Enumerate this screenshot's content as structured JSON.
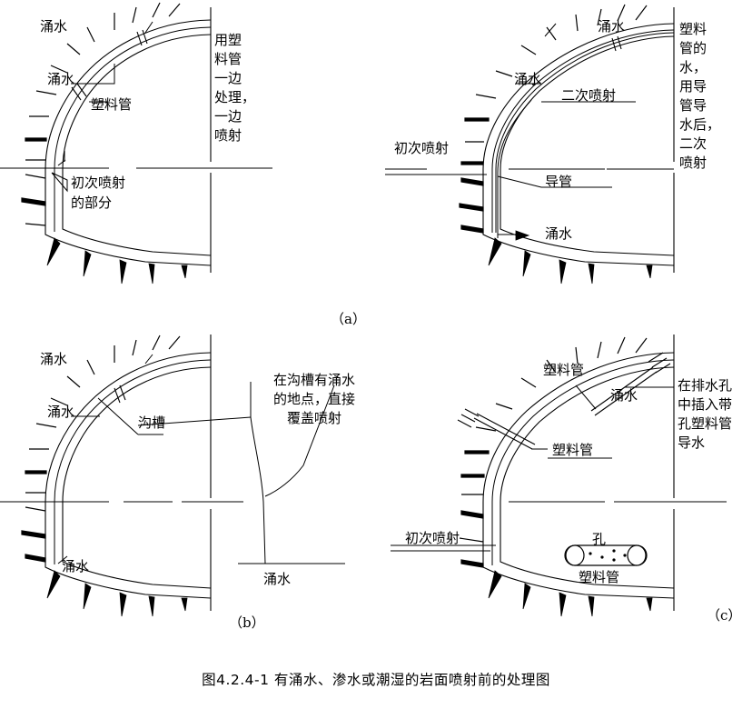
{
  "figure": {
    "caption": "图4.2.4-1  有涌水、渗水或潮湿的岩面喷射前的处理图",
    "panels": [
      {
        "id": "a",
        "label": "（a）",
        "side_note": "用塑\n料管\n一边\n处理，\n一边\n喷射",
        "callouts": [
          {
            "name": "gushing-water-top",
            "text": "涌水"
          },
          {
            "name": "gushing-water-left",
            "text": "涌水"
          },
          {
            "name": "plastic-pipe",
            "text": "塑料管"
          },
          {
            "name": "primary-spray-part",
            "text": "初次喷射\n的部分"
          }
        ]
      },
      {
        "id": "b",
        "label": "（b）",
        "side_note": "塑料\n管的\n水，\n用导\n管导\n水后，\n二次\n喷射",
        "callouts": [
          {
            "name": "gushing-water-top",
            "text": "涌水"
          },
          {
            "name": "gushing-water-left",
            "text": "涌水"
          },
          {
            "name": "secondary-spray",
            "text": "二次喷射"
          },
          {
            "name": "primary-spray",
            "text": "初次喷射"
          },
          {
            "name": "conduit",
            "text": "导管"
          },
          {
            "name": "gushing-water-bottom",
            "text": "涌水"
          }
        ]
      },
      {
        "id": "c",
        "label": "（b）",
        "side_note": "在沟槽有涌水\n的地点，直接\n覆盖喷射",
        "callouts": [
          {
            "name": "gushing-water-top",
            "text": "涌水"
          },
          {
            "name": "gushing-water-left",
            "text": "涌水"
          },
          {
            "name": "groove",
            "text": "沟槽"
          },
          {
            "name": "gushing-water-bottom-left",
            "text": "涌水"
          },
          {
            "name": "gushing-water-detail",
            "text": "涌水"
          }
        ]
      },
      {
        "id": "d",
        "label": "（c）",
        "side_note": "在排水孔\n中插入带\n孔塑料管\n导水",
        "callouts": [
          {
            "name": "plastic-pipe-upper",
            "text": "塑料管"
          },
          {
            "name": "plastic-pipe-lower",
            "text": "塑料管"
          },
          {
            "name": "gushing-water",
            "text": "涌水"
          },
          {
            "name": "primary-spray",
            "text": "初次喷射"
          },
          {
            "name": "hole",
            "text": "孔"
          },
          {
            "name": "perforated-plastic-pipe",
            "text": "塑料管"
          }
        ]
      }
    ]
  },
  "colors": {
    "ink": "#000000",
    "paper": "#ffffff"
  }
}
